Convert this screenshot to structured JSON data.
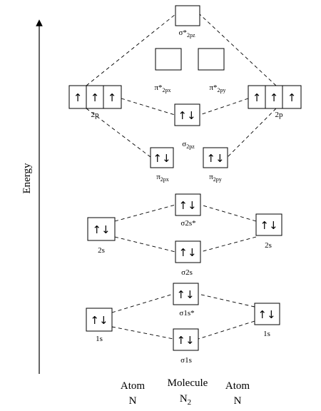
{
  "axis": {
    "label": "Energy"
  },
  "orbitals": {
    "n_left_2p": {
      "electrons": [
        "↑",
        "↑",
        "↑"
      ],
      "label": "2p"
    },
    "n_right_2p": {
      "electrons": [
        "↑",
        "↑",
        "↑"
      ],
      "label": "2p"
    },
    "sigma_star_2pz": {
      "electrons": "",
      "label": "σ*",
      "sub": "2pz"
    },
    "pi_star_2px": {
      "electrons": "",
      "label": "π*",
      "sub": "2px"
    },
    "pi_star_2py": {
      "electrons": "",
      "label": "π*",
      "sub": "2py"
    },
    "sigma_2pz": {
      "electrons": "↑↓",
      "label": "σ",
      "sub": "2pz"
    },
    "pi_2px": {
      "electrons": "↑↓",
      "label": "π",
      "sub": "2px"
    },
    "pi_2py": {
      "electrons": "↑↓",
      "label": "π",
      "sub": "2py"
    },
    "n_left_2s": {
      "electrons": "↑↓",
      "label": "2s"
    },
    "n_right_2s": {
      "electrons": "↑↓",
      "label": "2s"
    },
    "sigma_star_2s": {
      "electrons": "↑↓",
      "label": "σ2s*"
    },
    "sigma_2s": {
      "electrons": "↑↓",
      "label": "σ2s"
    },
    "n_left_1s": {
      "electrons": "↑↓",
      "label": "1s"
    },
    "n_right_1s": {
      "electrons": "↑↓",
      "label": "1s"
    },
    "sigma_star_1s": {
      "electrons": "↑↓",
      "label": "σ1s*"
    },
    "sigma_1s": {
      "electrons": "↑↓",
      "label": "σ1s"
    }
  },
  "columns": {
    "left": {
      "title": "Atom",
      "species": "N"
    },
    "middle": {
      "title": "Molecule",
      "species": "N",
      "species_sub": "2"
    },
    "right": {
      "title": "Atom",
      "species": "N"
    }
  }
}
